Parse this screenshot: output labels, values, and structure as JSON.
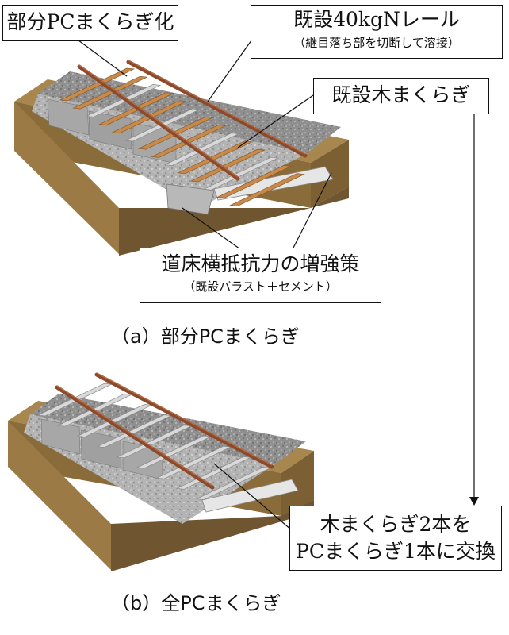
{
  "labels": {
    "partial_pc": "部分PCまくらぎ化",
    "existing_rail": "既設40kgNレール",
    "existing_rail_note": "（継目落ち部を切断して溶接）",
    "existing_wood_sleeper": "既設木まくらぎ",
    "ballast_reinforcement": "道床横抵抗力の増強策",
    "ballast_reinforcement_note": "（既設バラスト＋セメント）",
    "replace_line1": "木まくらぎ2本を",
    "replace_line2": "PCまくらぎ1本に交換"
  },
  "captions": {
    "a": "（a）部分PCまくらぎ",
    "b": "（b）全PCまくらぎ"
  },
  "colors": {
    "soil": "#9b7a45",
    "soil_dark": "#6f5630",
    "ballast": "#9c9c9c",
    "ballast_light": "#c8c8c8",
    "wood_sleeper": "#c88a4a",
    "pc_sleeper": "#d9d9d9",
    "rail": "#8b4a2b"
  }
}
